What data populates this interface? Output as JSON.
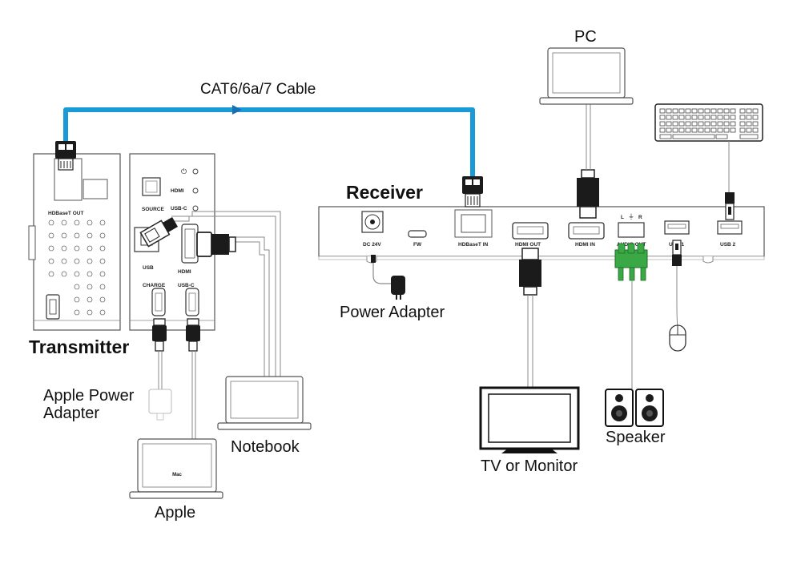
{
  "cable": {
    "label": "CAT6/6a/7 Cable",
    "color": "#1a9bd7"
  },
  "transmitter": {
    "title": "Transmitter",
    "hdbaset_out": "HDBaseT OUT",
    "source": "SOURCE",
    "hdmi_led": "HDMI",
    "usbc_led": "USB-C",
    "usb": "USB",
    "hdmi": "HDMI",
    "charge": "CHARGE",
    "usbc": "USB-C"
  },
  "receiver": {
    "title": "Receiver",
    "dc24v": "DC 24V",
    "fw": "FW",
    "hdbaset_in": "HDBaseT IN",
    "hdmi_out": "HDMI OUT",
    "hdmi_in": "HDMI IN",
    "audio_out": "AUDIO OUT",
    "audio_l": "L",
    "audio_r": "R",
    "usb1": "USB 1",
    "usb2": "USB 2"
  },
  "devices": {
    "pc": "PC",
    "power_adapter": "Power Adapter",
    "tv": "TV or Monitor",
    "speaker": "Speaker",
    "notebook": "Notebook",
    "apple_power_adapter_line1": "Apple Power",
    "apple_power_adapter_line2": "Adapter",
    "apple": "Apple",
    "mac_badge": "Mac"
  },
  "colors": {
    "terminal_green": "#3aa845",
    "ink": "#1b1b1b"
  }
}
